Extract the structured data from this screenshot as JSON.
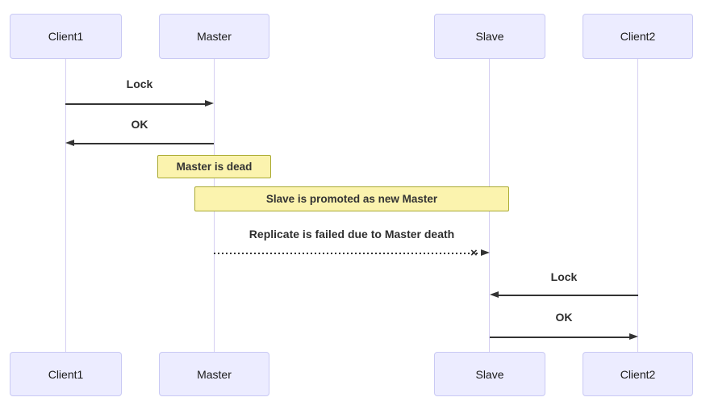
{
  "diagram": {
    "type": "sequence-diagram",
    "actors": [
      {
        "id": "client1",
        "label": "Client1"
      },
      {
        "id": "master",
        "label": "Master"
      },
      {
        "id": "slave",
        "label": "Slave"
      },
      {
        "id": "client2",
        "label": "Client2"
      }
    ],
    "messages": [
      {
        "label": "Lock",
        "from": "Client1",
        "to": "Master",
        "line": "solid",
        "end": "arrow"
      },
      {
        "label": "OK",
        "from": "Master",
        "to": "Client1",
        "line": "solid",
        "end": "arrow"
      },
      {
        "label": "Replicate is failed due to Master death",
        "from": "Master",
        "to": "Slave",
        "line": "dotted",
        "end": "cross-arrow"
      },
      {
        "label": "Lock",
        "from": "Client2",
        "to": "Slave",
        "line": "solid",
        "end": "arrow"
      },
      {
        "label": "OK",
        "from": "Slave",
        "to": "Client2",
        "line": "solid",
        "end": "arrow"
      }
    ],
    "notes": [
      {
        "label": "Master is dead",
        "over": [
          "Master"
        ]
      },
      {
        "label": "Slave is promoted as new Master",
        "over": [
          "Master",
          "Slave"
        ]
      }
    ],
    "cross_marker": "×",
    "colors": {
      "background": "#FFFFFF",
      "actor_fill": "#ECECFF",
      "actor_border": "#C9C9F4",
      "lifeline": "#D5CFF2",
      "note_fill": "#FBF3AE",
      "note_border": "#AAAA33",
      "message_line": "#333333",
      "message_text": "#2E2E2E"
    }
  }
}
